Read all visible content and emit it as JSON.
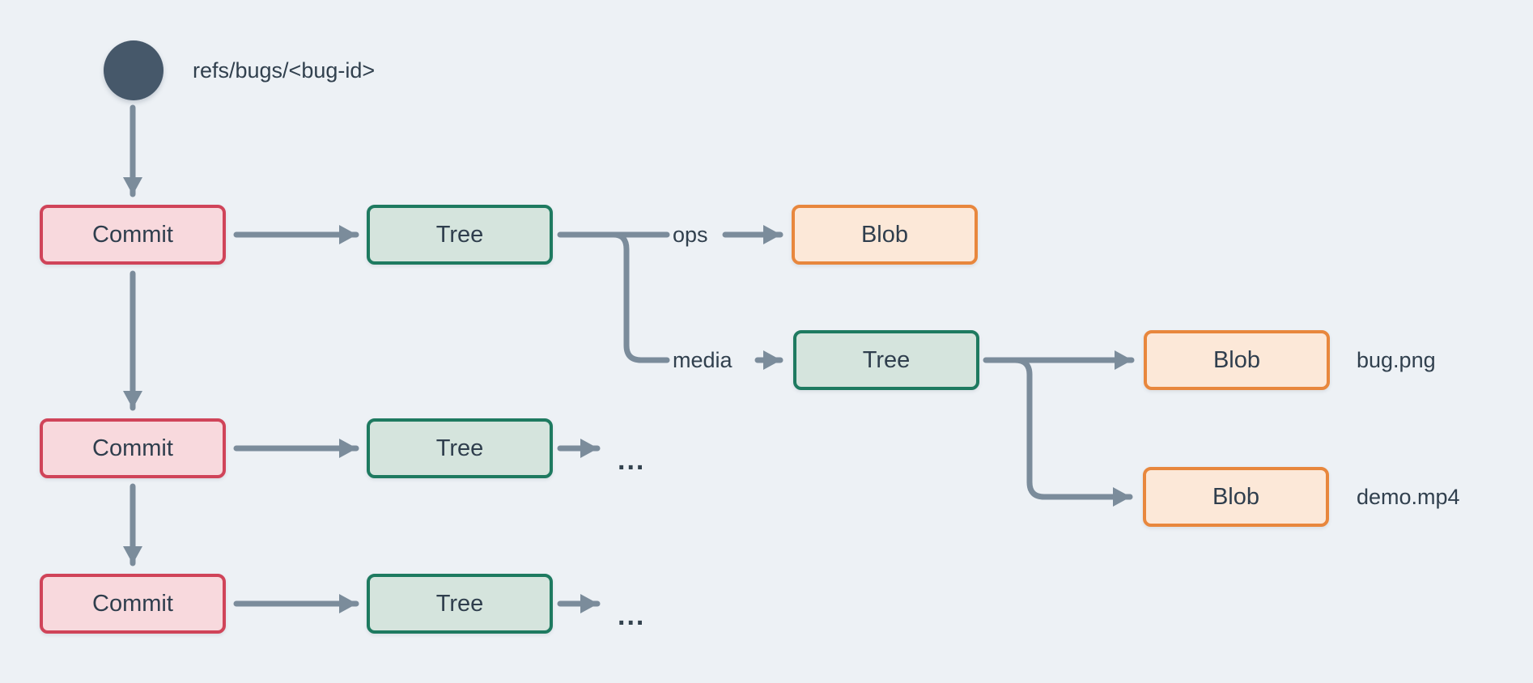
{
  "ref": {
    "label": "refs/bugs/<bug-id>"
  },
  "nodes": {
    "commit1": "Commit",
    "commit2": "Commit",
    "commit3": "Commit",
    "tree1": "Tree",
    "tree2": "Tree",
    "tree3": "Tree",
    "treeMedia": "Tree",
    "blobOps": "Blob",
    "blobBug": "Blob",
    "blobDemo": "Blob"
  },
  "edges": {
    "ops": "ops",
    "media": "media"
  },
  "files": {
    "bug": "bug.png",
    "demo": "demo.mp4"
  },
  "ellipsis": "...",
  "colors": {
    "background": "#edf1f5",
    "arrow": "#7b8c9b",
    "text": "#2f3e4d",
    "ref_circle": "#46586a",
    "commit_fill": "#f8d9dd",
    "commit_border": "#d04459",
    "tree_fill": "#d5e4dd",
    "tree_border": "#1e7a60",
    "blob_fill": "#fce8d8",
    "blob_border": "#e8873d"
  }
}
